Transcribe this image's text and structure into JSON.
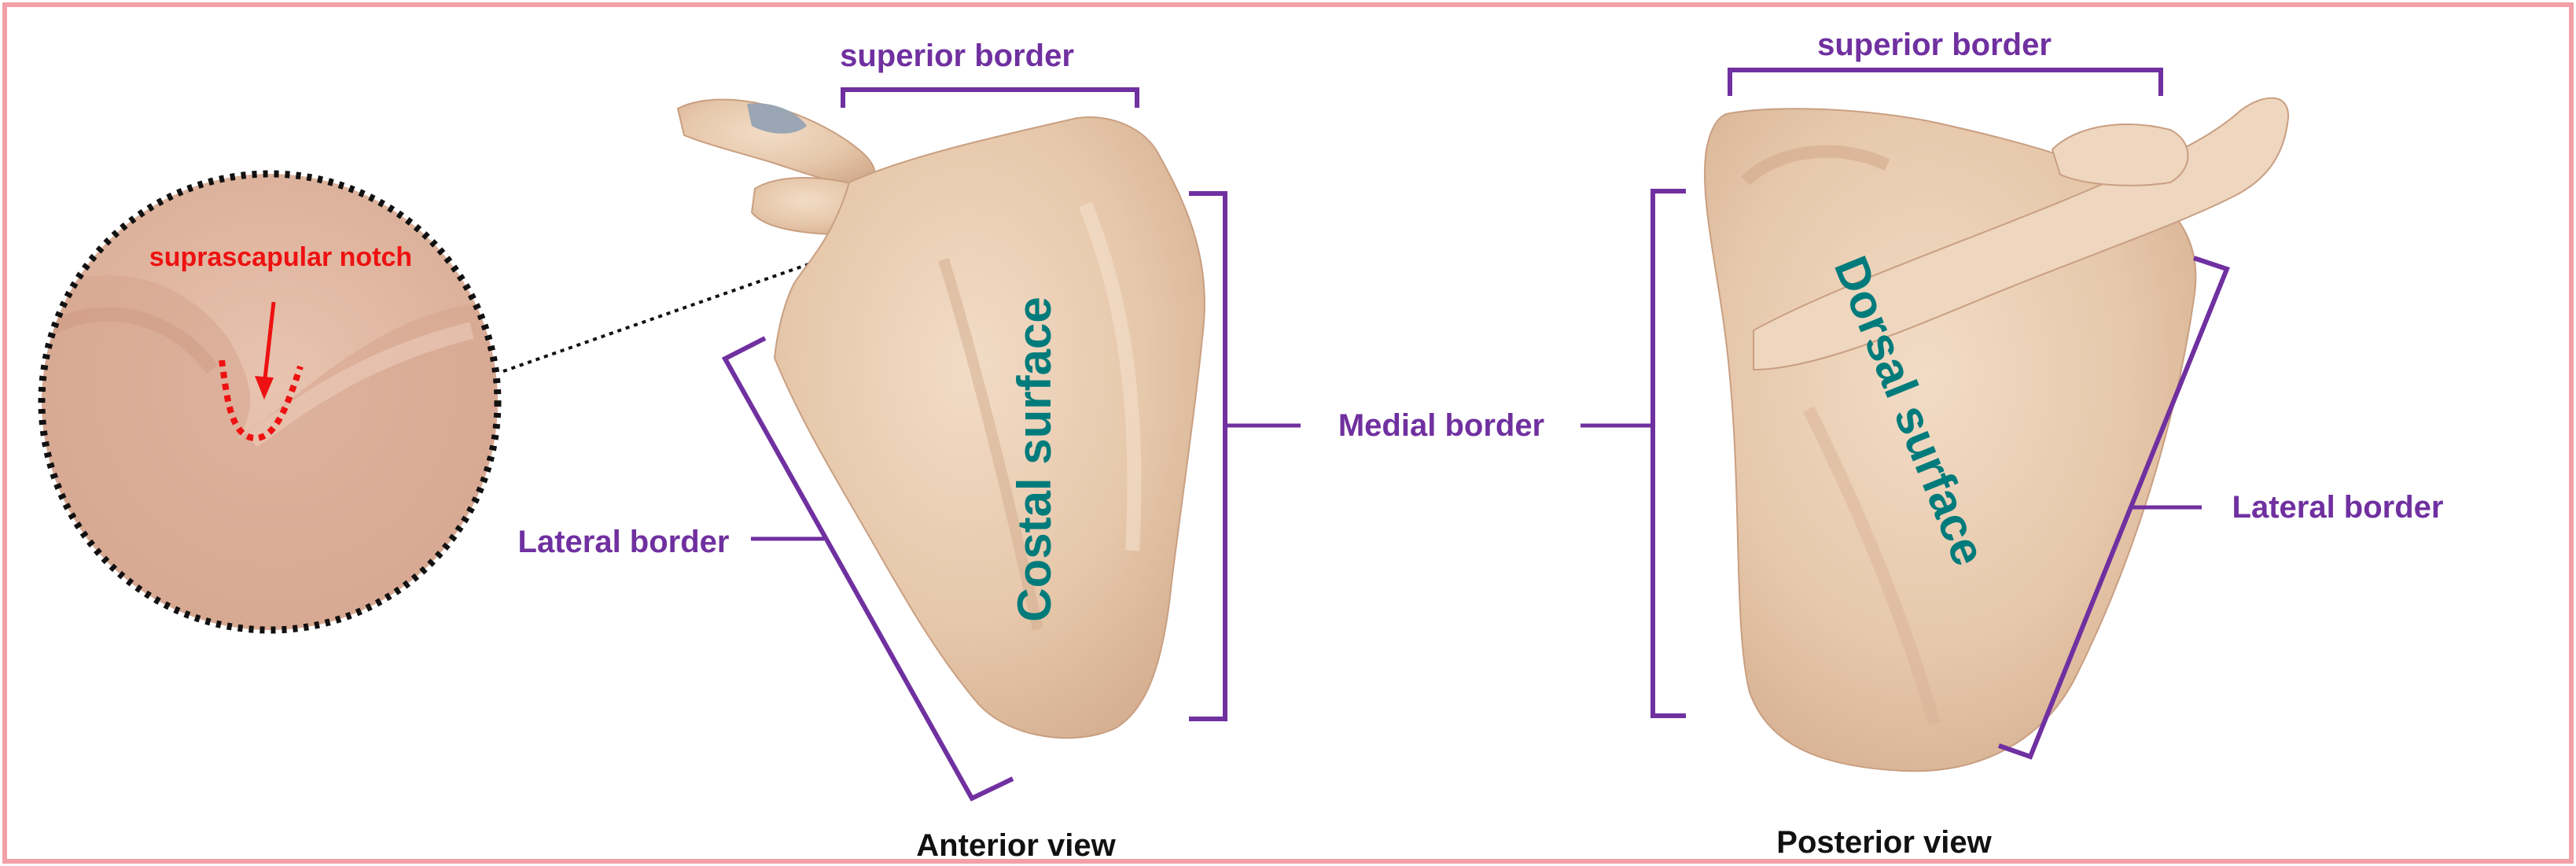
{
  "colors": {
    "frame": "#f0a0a6",
    "bracket": "#7030a0",
    "surface_label": "#007b7b",
    "notch": "#ee1111",
    "caption": "#111111",
    "bone": "#e9cdb2"
  },
  "labels": {
    "superior_border_anterior": "superior border",
    "superior_border_posterior": "superior border",
    "medial_border": "Medial border",
    "lateral_border_anterior": "Lateral border",
    "lateral_border_posterior": "Lateral border",
    "costal_surface": "Costal surface",
    "dorsal_surface": "Dorsal surface",
    "suprascapular_notch": "suprascapular notch"
  },
  "captions": {
    "anterior": "Anterior view",
    "posterior": "Posterior view"
  }
}
